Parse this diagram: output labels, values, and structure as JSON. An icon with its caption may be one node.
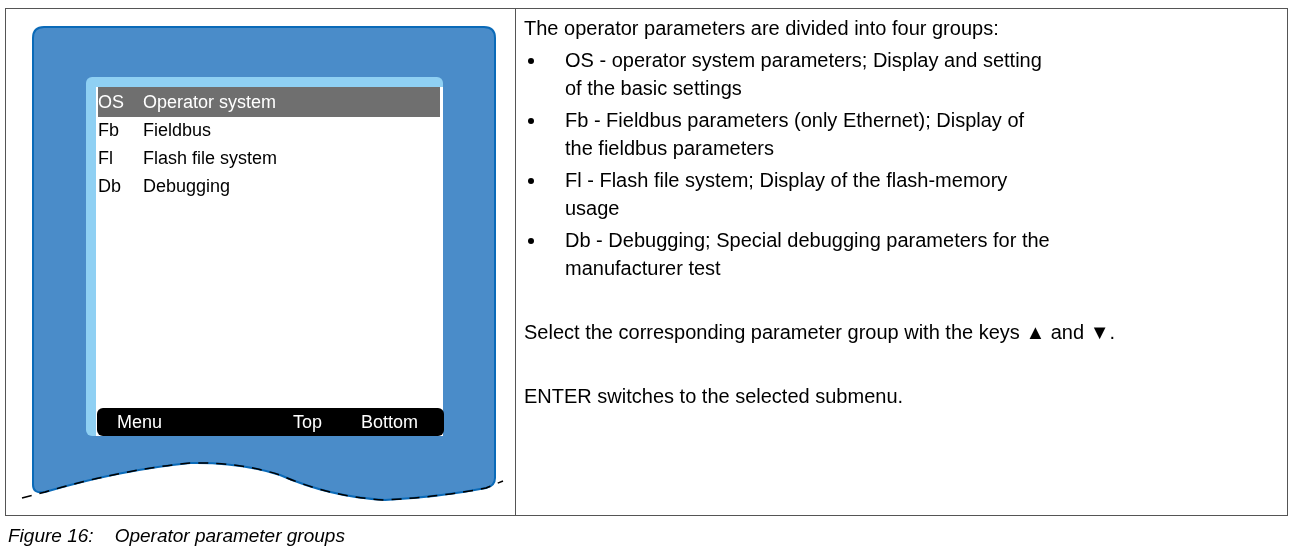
{
  "diagram": {
    "caption": "Figure 16:    Operator parameter groups",
    "labels": [
      "OS",
      "Operator system",
      "Fb",
      "Fieldbus",
      "Fl",
      "Flash file system",
      "Db",
      "Debugging",
      "Menu",
      "Top",
      "Bottom",
      "The operator parameters are divided into four groups:",
      "OS - operator system parameters; Display and setting of the basic settings",
      "Fb - Fieldbus parameters (only Ethernet); Display of the fieldbus parameters",
      "Fl - Flash file system; Display of the flash-memory usage",
      "Db - Debugging; Special debugging parameters for the manufacturer test",
      "Select the corresponding parameter group with the keys ▲ and ▼.",
      "ENTER switches to the selected submenu."
    ]
  }
}
